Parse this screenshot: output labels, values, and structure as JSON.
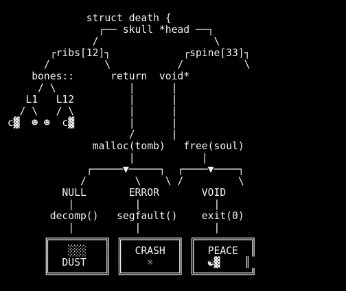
{
  "art": {
    "lines": [
      "              struct death {",
      "                ┌── skull *head ──┐",
      "               /                   \\",
      "        ┌ribs[12]┐            ┌spine[33]┐",
      "       /         \\           /          \\",
      "     bones::      return  void*",
      "      / \\            |      |",
      "    L1   L12         |      |",
      "   / \\   / \\         |      |",
      " c▓  ☻ ☻  c▓         |      |",
      "                     /      |",
      "               malloc(tomb)   free(soul)",
      "                     |           |",
      "              ┌─────▼─────┐  ┌────▼────┐",
      "             /        \\    \\ /         \\",
      "          NULL       ERROR       VOID",
      "           |          |            |",
      "        decomp()   segfault()    exit(0)",
      "           |          |            |",
      "       ╔═════════╗ ╔═════════╗ ╔═════════╗",
      "       ║   ░░░   ║ ║  CRASH  ║ ║  PEACE  ║",
      "       ║  DUST   ║ ║    ☼    ║ ║  ☯▓    ║",
      "       ╚═════════╝ ╚═════════╝ ╚═════════╝"
    ]
  }
}
